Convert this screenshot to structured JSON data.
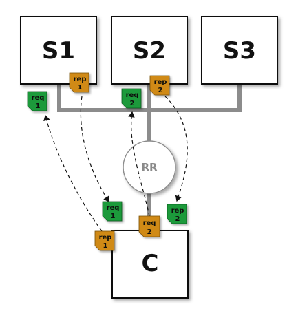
{
  "nodes": {
    "s1": {
      "label": "S1"
    },
    "s2": {
      "label": "S2"
    },
    "s3": {
      "label": "S3"
    },
    "client": {
      "label": "C"
    },
    "balancer": {
      "label": "RR"
    }
  },
  "tags": {
    "rep1_s1": {
      "line1": "rep",
      "line2": "1"
    },
    "rep2_s2": {
      "line1": "rep",
      "line2": "2"
    },
    "req1_s1": {
      "line1": "req",
      "line2": "1"
    },
    "req2_s2": {
      "line1": "req",
      "line2": "2"
    },
    "req1_c": {
      "line1": "req",
      "line2": "1"
    },
    "req2_c": {
      "line1": "req",
      "line2": "2"
    },
    "rep2_c": {
      "line1": "rep",
      "line2": "2"
    },
    "rep1_c": {
      "line1": "rep",
      "line2": "1"
    }
  },
  "colors": {
    "request_tag": "#1e9a3a",
    "reply_tag": "#d08a12",
    "bus": "#8c8c8c"
  }
}
